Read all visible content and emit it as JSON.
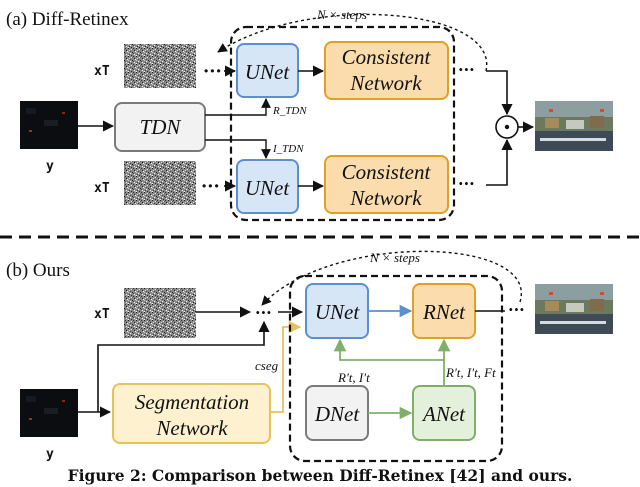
{
  "diff_retinex": {
    "title": "(a) Diff-Retinex",
    "steps_label": "N × steps",
    "x_t_label": "xT",
    "y_label": "y",
    "tdn_label": "TDN",
    "r_tdn_label": "R_TDN",
    "i_tdn_label": "I_TDN",
    "unet_label": "UNet",
    "consistent_line1": "Consistent",
    "consistent_line2": "Network",
    "multiply_symbol": "⊙"
  },
  "ours": {
    "title": "(b) Ours",
    "steps_label": "N × steps",
    "x_t_label": "xT",
    "y_label": "y",
    "c_seg_label": "cseg",
    "segmentation_line1": "Segmentation",
    "segmentation_line2": "Network",
    "unet_label": "UNet",
    "rnet_label": "RNet",
    "dnet_label": "DNet",
    "anet_label": "ANet",
    "r_i_label": "R′t, I′t",
    "r_i_f_label": "R′t, I′t, Ft"
  },
  "caption": "Figure 2: Comparison between Diff-Retinex [42] and ours.",
  "colors": {
    "blue_fill": "#d6e6f7",
    "blue_stroke": "#5b8fd0",
    "orange_fill": "#fbdcad",
    "orange_stroke": "#e0a028",
    "yellow_fill": "#fdf1cf",
    "yellow_stroke": "#e6c25a",
    "gray_fill": "#f2f2f2",
    "gray_stroke": "#7a7a7a",
    "green_fill": "#e3f0dc",
    "green_stroke": "#7fb069"
  }
}
